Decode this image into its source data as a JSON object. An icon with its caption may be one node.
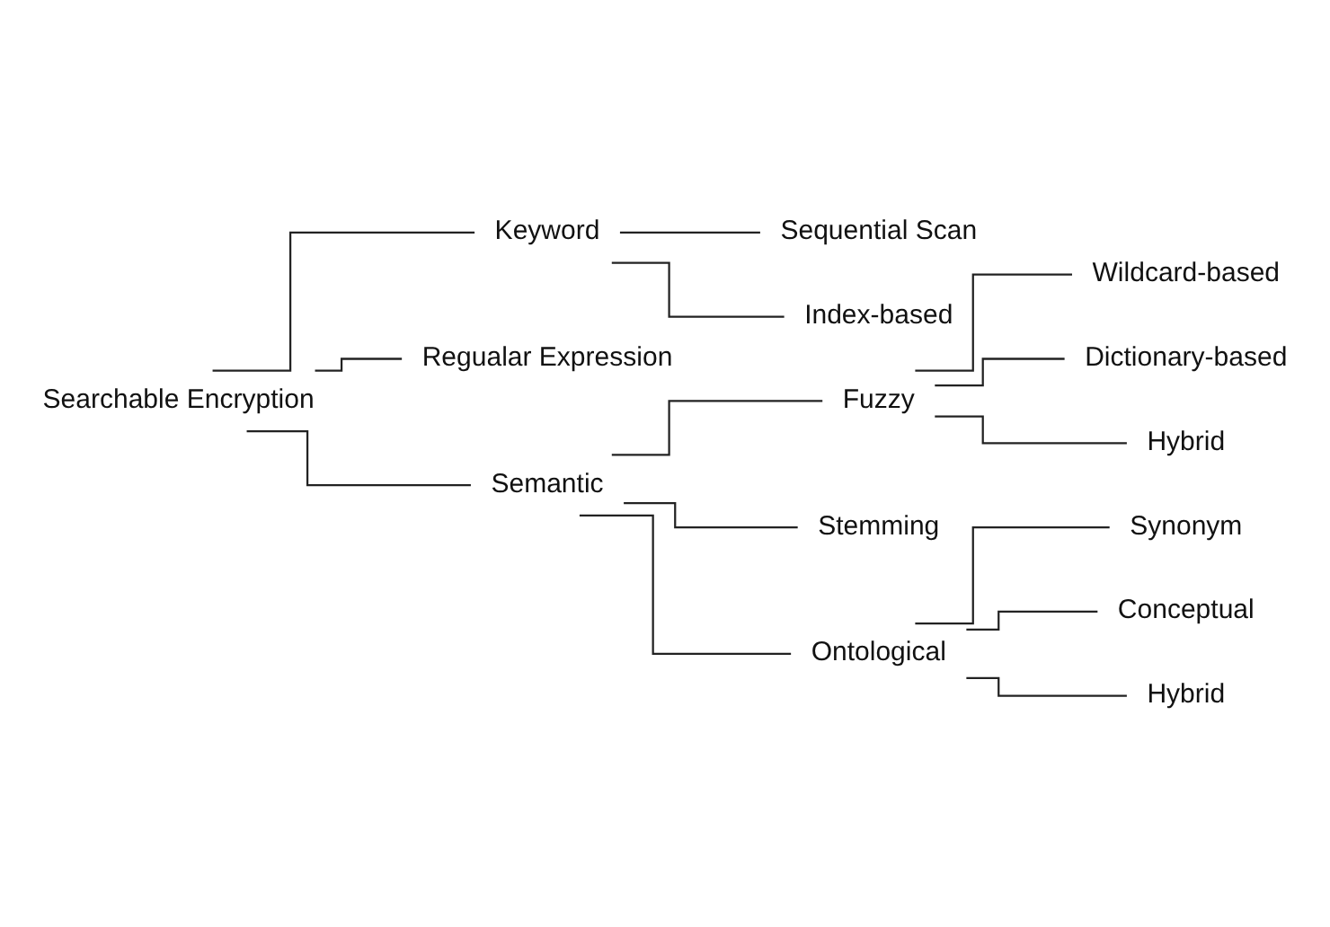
{
  "diagram": {
    "nodes": [
      {
        "text": [
          "Searchable Encryption"
        ]
      },
      {
        "text": [
          "Keyword"
        ]
      },
      {
        "text": [
          "Sequential Scan"
        ]
      },
      {
        "text": [
          "Index-based"
        ]
      },
      {
        "text": [
          "Regualar Expression"
        ]
      },
      {
        "text": [
          "Semantic"
        ]
      },
      {
        "text": [
          "Fuzzy"
        ]
      },
      {
        "text": [
          "Wildcard-based"
        ]
      },
      {
        "text": [
          "Dictionary-based"
        ]
      },
      {
        "text": [
          "Hybrid"
        ]
      },
      {
        "text": [
          "Stemming"
        ]
      },
      {
        "text": [
          "Ontological"
        ]
      },
      {
        "text": [
          "Synonym"
        ]
      },
      {
        "text": [
          "Conceptual"
        ]
      },
      {
        "text": [
          "Hybrid"
        ]
      }
    ],
    "edges": [
      {
        "from": 0,
        "to": 1,
        "arrow": "none"
      },
      {
        "from": 0,
        "to": 4,
        "arrow": "none"
      },
      {
        "from": 0,
        "to": 5,
        "arrow": "none"
      },
      {
        "from": 1,
        "to": 2,
        "arrow": "none"
      },
      {
        "from": 1,
        "to": 3,
        "arrow": "none"
      },
      {
        "from": 5,
        "to": 6,
        "arrow": "none"
      },
      {
        "from": 5,
        "to": 10,
        "arrow": "none"
      },
      {
        "from": 5,
        "to": 11,
        "arrow": "none"
      },
      {
        "from": 6,
        "to": 7,
        "arrow": "none"
      },
      {
        "from": 6,
        "to": 8,
        "arrow": "none"
      },
      {
        "from": 6,
        "to": 9,
        "arrow": "none"
      },
      {
        "from": 11,
        "to": 12,
        "arrow": "none"
      },
      {
        "from": 11,
        "to": 13,
        "arrow": "none"
      },
      {
        "from": 11,
        "to": 14,
        "arrow": "none"
      }
    ]
  }
}
